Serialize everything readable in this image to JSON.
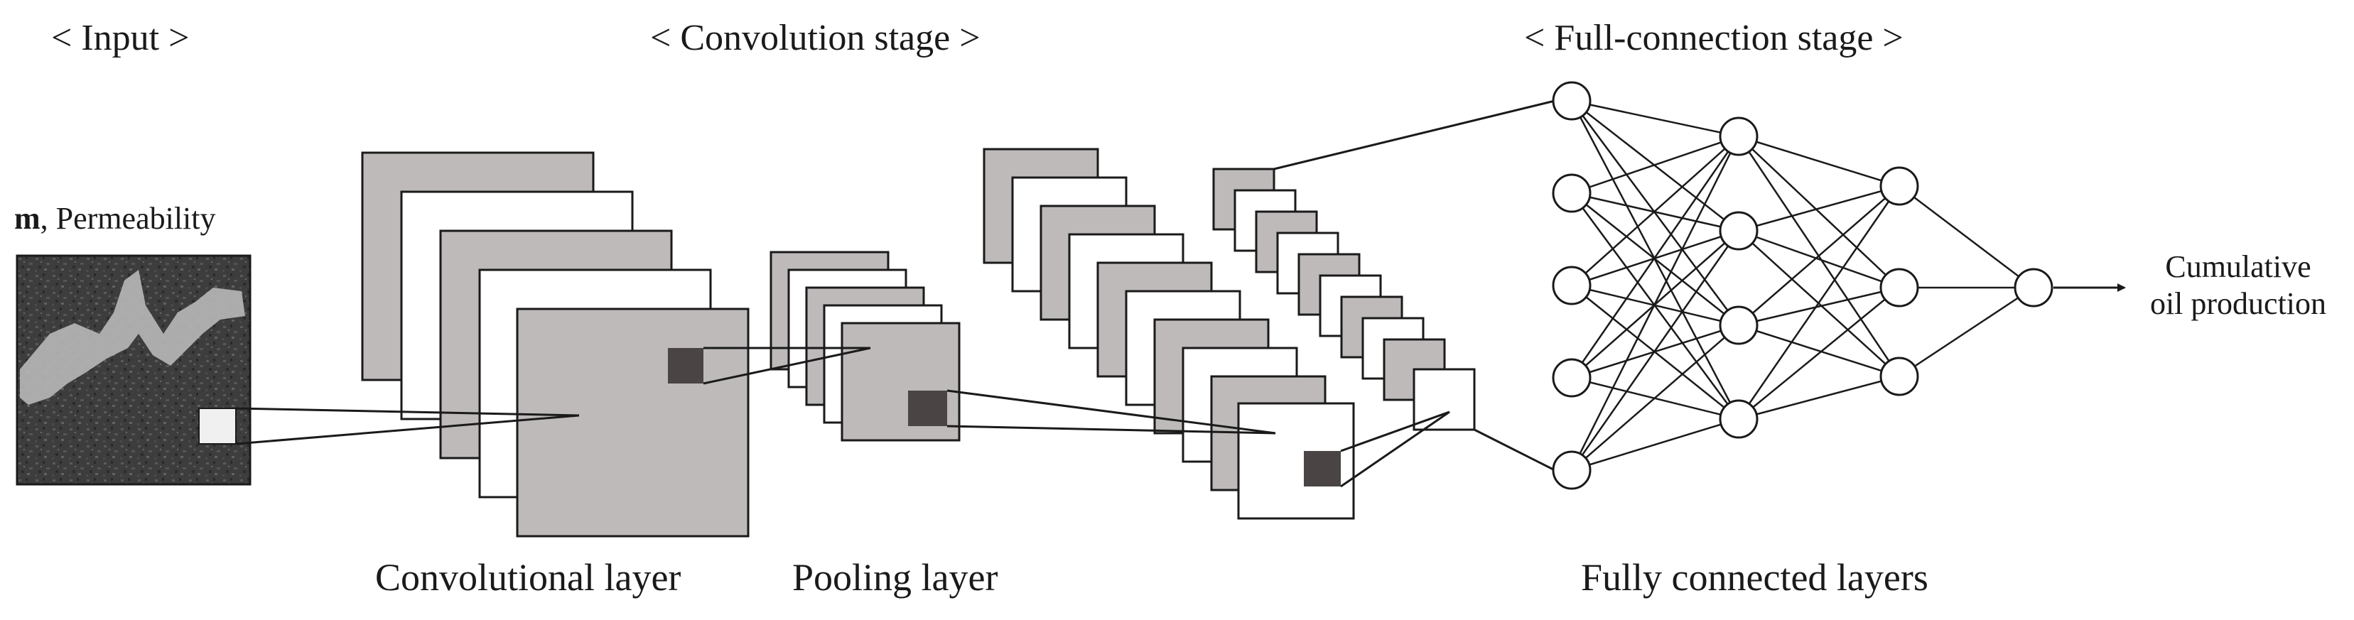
{
  "stage_titles": {
    "input": "< Input >",
    "convolution": "< Convolution stage >",
    "full_connection": "< Full-connection stage >"
  },
  "input_label": {
    "symbol": "m",
    "text": ", Permeability"
  },
  "layer_labels": {
    "convolutional": "Convolutional layer",
    "pooling": "Pooling layer",
    "fully_connected": "Fully connected layers"
  },
  "output_label": {
    "line1": "Cumulative",
    "line2": "oil production"
  },
  "network": {
    "layer_sizes": [
      5,
      4,
      3,
      1
    ]
  },
  "colors": {
    "feature_map_gray": "#bfbaba",
    "kernel_dark": "#4a4444",
    "line": "#1a1a1a",
    "permeability_dark": "#3a3a3a",
    "permeability_channel": "#b8b8b8"
  }
}
